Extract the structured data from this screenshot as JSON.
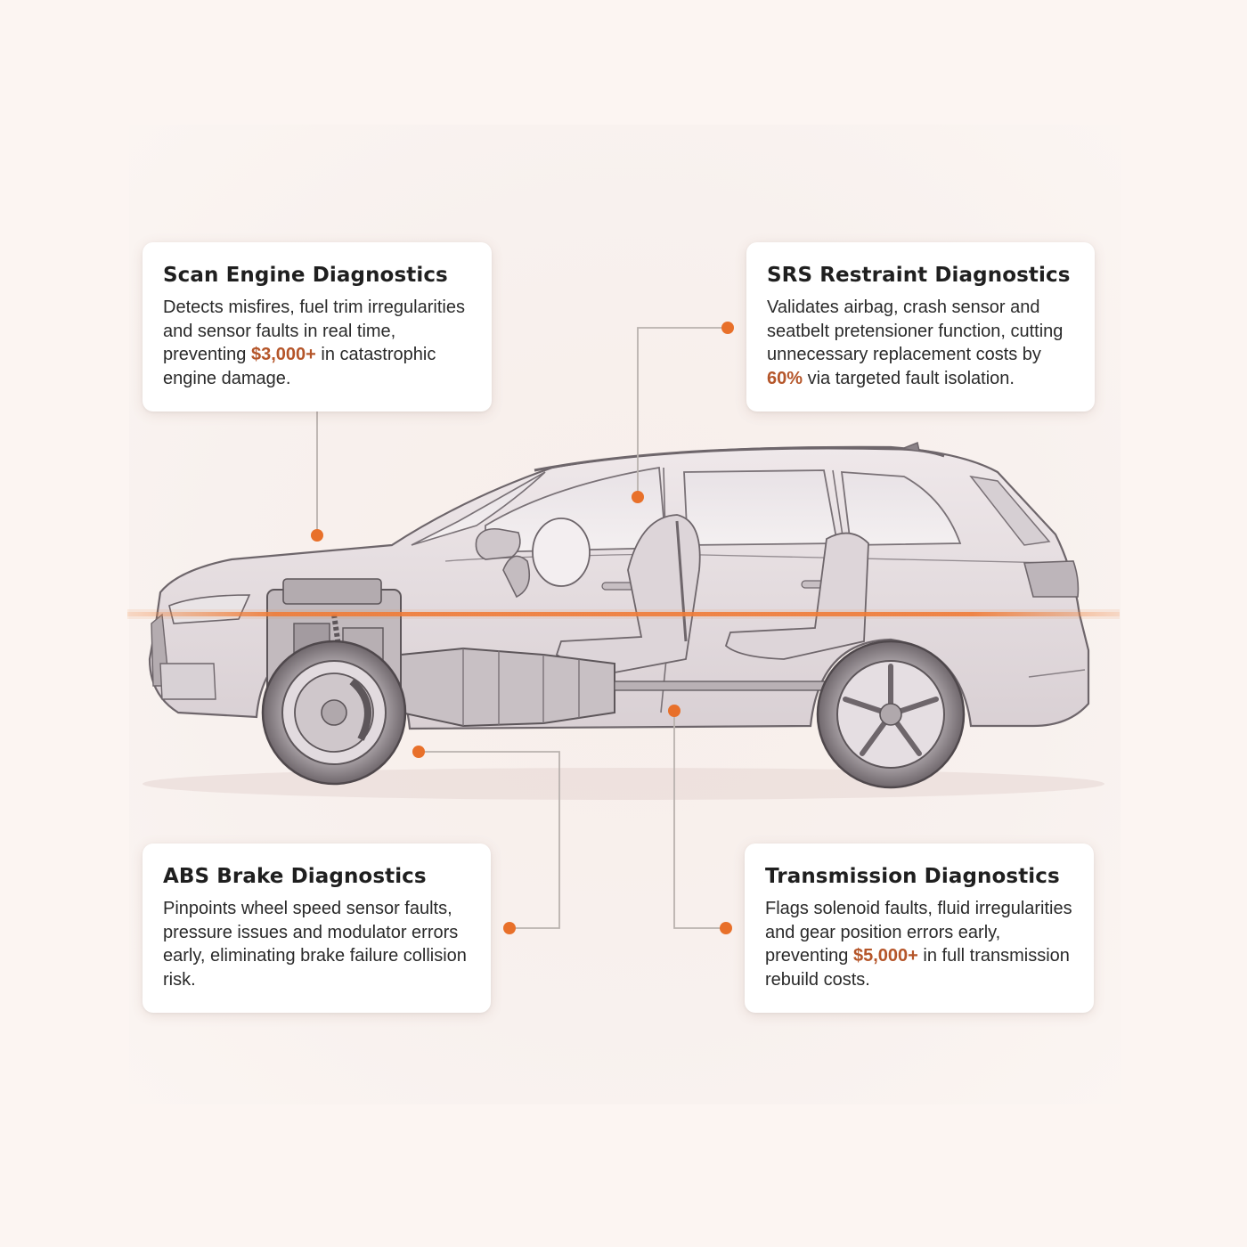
{
  "colors": {
    "accent": "#e8702a",
    "highlight_text": "#b5562a",
    "background": "#fcf5f2",
    "card": "#ffffff",
    "connector": "#b9b2ae"
  },
  "cards": {
    "engine": {
      "title": "Scan Engine Diagnostics",
      "text_before": "Detects misfires, fuel trim irregularities and sensor faults in real time, preventing ",
      "highlight": "$3,000+",
      "text_after": " in catastrophic engine damage."
    },
    "srs": {
      "title": "SRS Restraint Diagnostics",
      "text_before": "Validates airbag, crash sensor and seatbelt pretensioner function, cutting unnecessary replacement costs by ",
      "highlight": "60%",
      "text_after": " via targeted fault isolation."
    },
    "abs": {
      "title": "ABS Brake Diagnostics",
      "text": "Pinpoints wheel speed sensor faults, pressure issues and modulator errors early, eliminating brake failure collision risk."
    },
    "transmission": {
      "title": "Transmission Diagnostics",
      "text_before": "Flags solenoid faults, fluid irregularities and gear position errors early, preventing ",
      "highlight": "$5,000+",
      "text_after": " in full transmission rebuild costs."
    }
  },
  "illustration": {
    "subject": "car-cutaway",
    "icon": "suv-cutaway-illustration"
  }
}
